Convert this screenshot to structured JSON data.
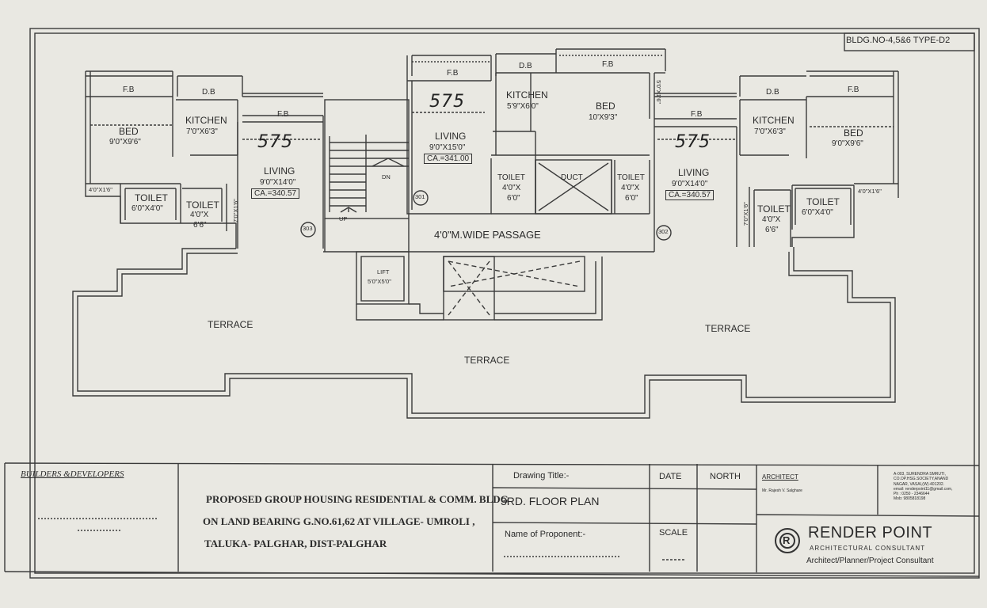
{
  "header": {
    "bldg_no": "BLDG.NO-4,5&6 TYPE-D2"
  },
  "plan": {
    "left_fb": "F.B",
    "left_db": "D.B",
    "flats": {
      "left": "303",
      "center": "301",
      "right": "302"
    },
    "rooms": {
      "left_bed": {
        "name": "BED",
        "size": "9'0\"X9'6\""
      },
      "left_kitchen": {
        "name": "KITCHEN",
        "size": "7'0\"X6'3\""
      },
      "left_living": {
        "name": "LIVING",
        "size": "9'0\"X14'0\"",
        "ca": "CA.=340.57",
        "note": "575"
      },
      "left_toilet1": {
        "name": "TOILET",
        "size": "6'0\"X4'0\""
      },
      "left_toilet2": {
        "name": "TOILET",
        "size_a": "4'0\"X",
        "size_b": "6'6\""
      },
      "center_living": {
        "name": "LIVING",
        "size": "9'0\"X15'0\"",
        "ca": "CA.=341.00",
        "note": "575"
      },
      "center_kitchen": {
        "name": "KITCHEN",
        "size": "5'9\"X6'0\""
      },
      "center_bed": {
        "name": "BED",
        "size": "10'X9'3\""
      },
      "center_toilet1": {
        "name": "TOILET",
        "size_a": "4'0\"X",
        "size_b": "6'0\""
      },
      "center_toilet2": {
        "name": "TOILET",
        "size_a": "4'0\"X",
        "size_b": "6'0\""
      },
      "right_living": {
        "name": "LIVING",
        "size": "9'0\"X14'0\"",
        "ca": "CA.=340.57",
        "note": "575"
      },
      "right_kitchen": {
        "name": "KITCHEN",
        "size": "7'0\"X6'3\""
      },
      "right_bed": {
        "name": "BED",
        "size": "9'0\"X9'6\""
      },
      "right_toilet1": {
        "name": "TOILET",
        "size": "6'0\"X4'0\""
      },
      "right_toilet2": {
        "name": "TOILET",
        "size_a": "4'0\"X",
        "size_b": "6'6\""
      }
    },
    "dims": {
      "ledge": "4'0\"X1'6\"",
      "shaft": "7'0\"X1'6\"",
      "balcony": "5'0\"X1'6\""
    },
    "duct": "DUCT",
    "stair": {
      "up": "UP",
      "dn": "DN"
    },
    "passage": "4'0\"M.WIDE PASSAGE",
    "lift": {
      "name": "LIFT",
      "size": "5'0\"X5'0\""
    },
    "terrace": "TERRACE"
  },
  "title_block": {
    "builders": "BUILDERS &DEVELOPERS",
    "project": [
      "PROPOSED GROUP HOUSING RESIDENTIAL & COMM. BLDG",
      "ON LAND BEARING G.NO.61,62 AT VILLAGE- UMROLI ,",
      "TALUKA- PALGHAR, DIST-PALGHAR"
    ],
    "drawing_title_label": "Drawing Title:-",
    "drawing_title": "3RD. FLOOR PLAN",
    "proponent_label": "Name of Proponent:-",
    "date_label": "DATE",
    "scale_label": "SCALE",
    "north_label": "NORTH",
    "architect_label": "ARCHITECT",
    "architect_name": "Mr. Rajesh V. Salghare",
    "address": [
      "A-003, SURENDRA SMRUTI,",
      "CO.OP.HSG.SOCIETY,ANAND",
      "NAGAR, VASAI,(W)-401202.",
      "email: renderpoint11@gmail.com,",
      "Ph : 0250 - 2346644",
      "Mob: 9805818198",
      ""
    ],
    "firm": "RENDER POINT",
    "firm_sub": "ARCHITECTURAL CONSULTANT",
    "roles": "Architect/Planner/Project Consultant",
    "logo_letter": "R"
  }
}
